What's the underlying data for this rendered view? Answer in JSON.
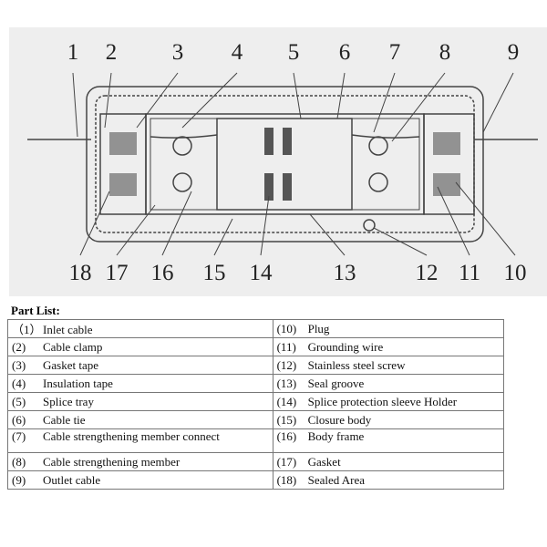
{
  "diagram": {
    "top_labels": [
      "1",
      "2",
      "3",
      "4",
      "5",
      "6",
      "7",
      "8",
      "9"
    ],
    "bottom_labels": [
      "18",
      "17",
      "16",
      "15",
      "14",
      "13",
      "12",
      "11",
      "10"
    ]
  },
  "part_list": {
    "title": "Part List:",
    "left": [
      [
        "（1）",
        "Inlet cable"
      ],
      [
        "(2)",
        "Cable clamp"
      ],
      [
        "(3)",
        "Gasket tape"
      ],
      [
        "(4)",
        "Insulation tape"
      ],
      [
        "(5)",
        "Splice tray"
      ],
      [
        "(6)",
        "Cable tie"
      ],
      [
        "(7)",
        "Cable strengthening member connect"
      ],
      [
        "(8)",
        "Cable strengthening member"
      ],
      [
        "(9)",
        "Outlet cable"
      ]
    ],
    "right": [
      [
        "(10)",
        "Plug"
      ],
      [
        "(11)",
        "Grounding wire"
      ],
      [
        "(12)",
        "Stainless steel screw"
      ],
      [
        "(13)",
        "Seal groove"
      ],
      [
        "(14)",
        "Splice protection sleeve Holder"
      ],
      [
        "(15)",
        "Closure body"
      ],
      [
        "(16)",
        "Body frame"
      ],
      [
        "(17)",
        "Gasket"
      ],
      [
        "(18)",
        "Sealed Area"
      ]
    ]
  }
}
